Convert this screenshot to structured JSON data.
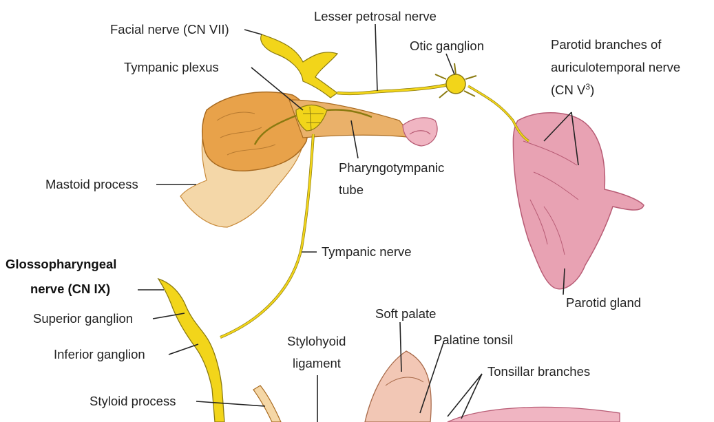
{
  "labels": {
    "facial_nerve": "Facial nerve (CN VII)",
    "lesser_petrosal": "Lesser petrosal nerve",
    "otic_ganglion": "Otic ganglion",
    "parotid_branches_1": "Parotid branches of",
    "parotid_branches_2": "auriculotemporal nerve",
    "parotid_branches_3": "(CN V",
    "parotid_branches_sup": "3",
    "parotid_branches_4": ")",
    "tympanic_plexus": "Tympanic plexus",
    "pharyngotympanic_1": "Pharyngotympanic",
    "pharyngotympanic_2": "tube",
    "mastoid_process": "Mastoid process",
    "tympanic_nerve": "Tympanic nerve",
    "glosso_1": "Glossopharyngeal",
    "glosso_2": "nerve (CN IX)",
    "parotid_gland": "Parotid gland",
    "soft_palate": "Soft palate",
    "superior_ganglion": "Superior ganglion",
    "stylohyoid_1": "Stylohyoid",
    "stylohyoid_2": "ligament",
    "palatine_tonsil": "Palatine tonsil",
    "inferior_ganglion": "Inferior ganglion",
    "tonsillar_branches": "Tonsillar branches",
    "styloid_process": "Styloid process"
  },
  "colors": {
    "nerve": "#f2d51a",
    "nerve_outline": "#8a7a10",
    "bone": "#e8a24a",
    "bone_light": "#f5d7a6",
    "gland": "#e8a2b3",
    "gland_dark": "#b85c75",
    "tissue": "#f2c7b5",
    "text": "#222222"
  }
}
